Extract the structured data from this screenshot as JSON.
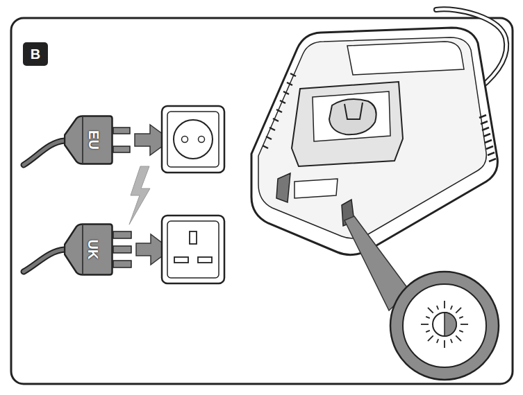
{
  "diagram": {
    "nodes": [
      {
        "text": [
          "B"
        ]
      },
      {
        "text": [
          "EU"
        ]
      },
      {
        "text": [
          "UK"
        ]
      }
    ]
  }
}
